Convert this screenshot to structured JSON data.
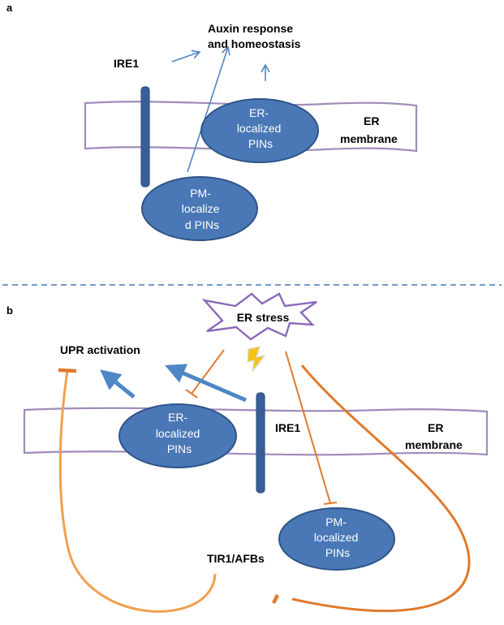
{
  "panel_a": {
    "panel_label": "a",
    "outcome": [
      "Auxin response",
      "and homeostasis"
    ],
    "ire1_label": "IRE1",
    "er_pins": [
      "ER-",
      "localized",
      "PINs"
    ],
    "pm_pins": [
      "PM-",
      "localize",
      "d PINs"
    ],
    "membrane_label": [
      "ER",
      "membrane"
    ]
  },
  "panel_b": {
    "panel_label": "b",
    "stress_label": "ER stress",
    "upr_label": "UPR activation",
    "er_pins": [
      "ER-",
      "localized",
      "PINs"
    ],
    "ire1_label": "IRE1",
    "pm_pins": [
      "PM-",
      "localized",
      "PINs"
    ],
    "membrane_label": [
      "ER",
      "membrane"
    ],
    "tir1_label": "TIR1/AFBs"
  },
  "colors": {
    "membrane_stroke": "#a08cb8",
    "protein_fill": "#4a78b6",
    "protein_stroke": "#2f5588",
    "ire1_fill": "#3a5f96",
    "arrow_blue": "#4f86c6",
    "inhibit_orange": "#e07a2e",
    "inhibit_light_orange": "#f0a050",
    "star_stroke": "#8a6ab8",
    "divider": "#4a78b6",
    "bolt": "#f2c318"
  }
}
